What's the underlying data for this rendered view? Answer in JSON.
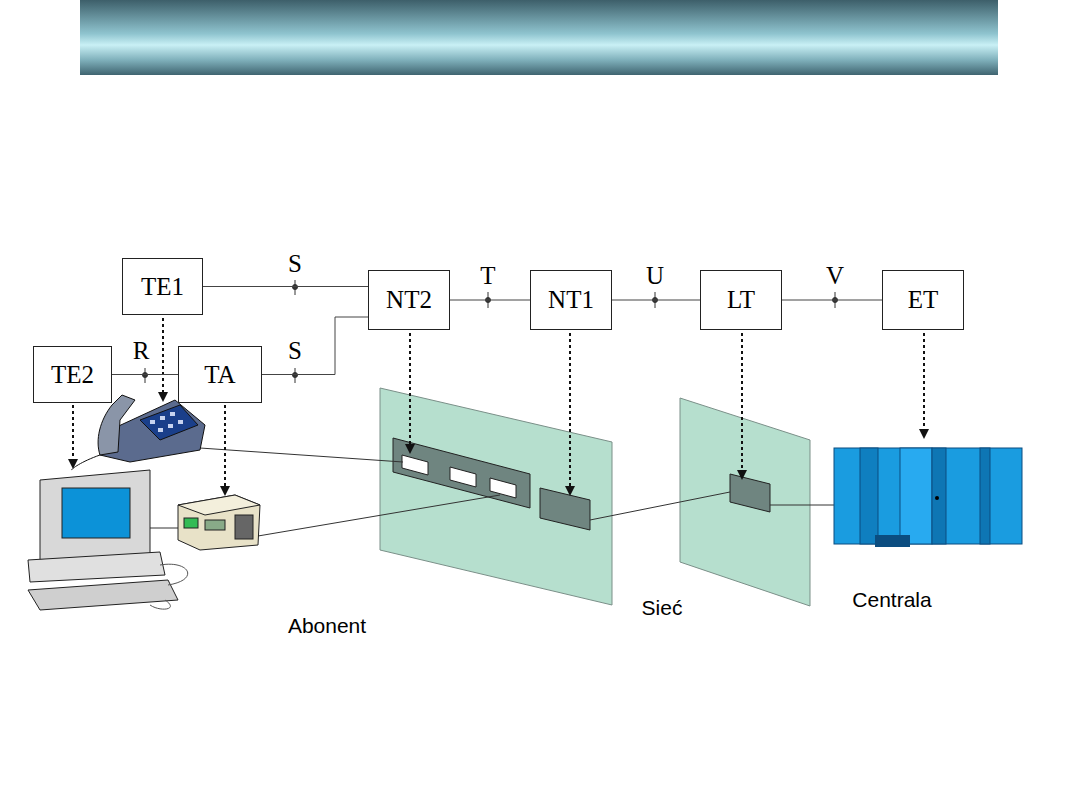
{
  "diagram": {
    "nodes": [
      {
        "text": [
          "TE1"
        ]
      },
      {
        "text": [
          "NT2"
        ]
      },
      {
        "text": [
          "NT1"
        ]
      },
      {
        "text": [
          "LT"
        ]
      },
      {
        "text": [
          "ET"
        ]
      },
      {
        "text": [
          "TE2"
        ]
      },
      {
        "text": [
          "TA"
        ]
      }
    ],
    "edges": [
      {
        "from": 0,
        "to": 1,
        "arrow": "none"
      },
      {
        "from": 1,
        "to": 2,
        "arrow": "none"
      },
      {
        "from": 2,
        "to": 3,
        "arrow": "none"
      },
      {
        "from": 3,
        "to": 4,
        "arrow": "none"
      },
      {
        "from": 5,
        "to": 6,
        "arrow": "none"
      },
      {
        "from": 6,
        "to": 1,
        "arrow": "none"
      }
    ],
    "labels": [
      "S",
      "R",
      "S",
      "T",
      "U",
      "V",
      "Abonent",
      "Sieć",
      "Centrala"
    ]
  }
}
